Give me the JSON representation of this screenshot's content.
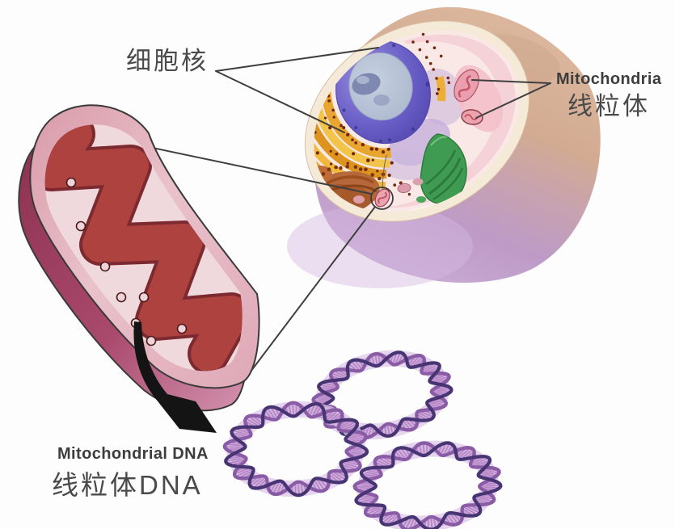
{
  "title": "Cell, mitochondria and mitochondrial DNA diagram",
  "background": "#fdfdfd",
  "labels": {
    "nucleus_zh": "细胞核",
    "mitochondria_en": "Mitochondria",
    "mitochondria_zh": "线粒体",
    "mitochondrial_dna_en": "Mitochondrial DNA",
    "mitochondrial_dna_zh": "线粒体DNA"
  },
  "figure": {
    "parts": [
      {
        "name": "animal-cell",
        "description": "cutaway animal cell showing nucleus, endoplasmic reticulum, Golgi body, green organelle and mitochondria"
      },
      {
        "name": "enlarged-mitochondrion",
        "description": "cutaway mitochondrion with dark red cristae and DNA nucleoid dots"
      },
      {
        "name": "mitochondrial-dna-rings",
        "description": "circular double-helix mitochondrial DNA molecules",
        "count": 3
      }
    ]
  },
  "colors": {
    "label_text": "#464646",
    "pointer_line": "#3f3f3f",
    "arrow": "#141414",
    "cell_top_tan": "#d8b49a",
    "cell_bottom_lavender": "#bb98c8",
    "cytosol": "#f9e8e6",
    "nucleus_ring": "#6a5fc6",
    "nucleoplasm": "#b9c4d8",
    "er_orange": "#e9a62e",
    "golgi_brown": "#b5683a",
    "green_organelle": "#3f9b51",
    "mito_pink": "#eb9fae",
    "mito_rim": "#dfa8b6",
    "mito_matrix": "#f0d9dd",
    "cristae_red": "#ad423f",
    "dna_strand_dark": "#463473",
    "dna_strand_light": "#8a5ca6",
    "dna_rung": "#b583c6",
    "dna_halo": "#dcc8e8"
  }
}
